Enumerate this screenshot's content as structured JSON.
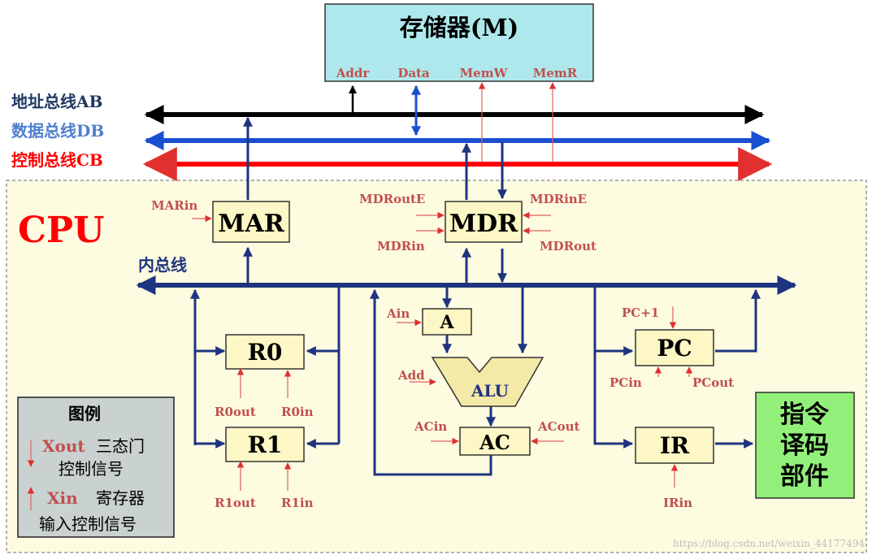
{
  "memory": {
    "title": "存储器(M)",
    "ports": {
      "addr": "Addr",
      "data": "Data",
      "memw": "MemW",
      "memr": "MemR"
    }
  },
  "buses": {
    "address": {
      "label": "地址总线AB",
      "color": "#1f3864"
    },
    "data": {
      "label": "数据总线DB",
      "color": "#4f7fcf"
    },
    "control": {
      "label": "控制总线CB",
      "color": "#ff0000"
    }
  },
  "cpu": {
    "title": "CPU",
    "internal_bus": "内总线",
    "registers": {
      "mar": "MAR",
      "mdr": "MDR",
      "r0": "R0",
      "r1": "R1",
      "a": "A",
      "alu": "ALU",
      "ac": "AC",
      "pc": "PC",
      "ir": "IR"
    },
    "signals": {
      "marin": "MARin",
      "mdroute": "MDRoutE",
      "mdrin": "MDRin",
      "mdrine": "MDRinE",
      "mdrout": "MDRout",
      "ain": "Ain",
      "add": "Add",
      "acin": "ACin",
      "acout": "ACout",
      "pcplus1": "PC+1",
      "pcin": "PCin",
      "pcout": "PCout",
      "r0out": "R0out",
      "r0in": "R0in",
      "r1out": "R1out",
      "r1in": "R1in",
      "irin": "IRin"
    },
    "decoder": {
      "line1": "指令",
      "line2": "译码",
      "line3": "部件"
    }
  },
  "legend": {
    "title": "图例",
    "xout_name": "Xout",
    "xout_desc1": "三态门",
    "xout_desc2": "控制信号",
    "xin_name": "Xin",
    "xin_desc1": "寄存器",
    "xin_desc2": "输入控制信号"
  },
  "watermark": "https://blog.csdn.net/weixin_44177494",
  "colors": {
    "memory_fill": "#aee8ec",
    "cpu_bg": "#fdfbe0",
    "reg_fill": "#fcf7c4",
    "decoder_fill": "#92f07a",
    "legend_fill": "#c9d1d1",
    "internal": "#1f3480",
    "signal": "#c0504d",
    "title_red": "#ff0000"
  }
}
